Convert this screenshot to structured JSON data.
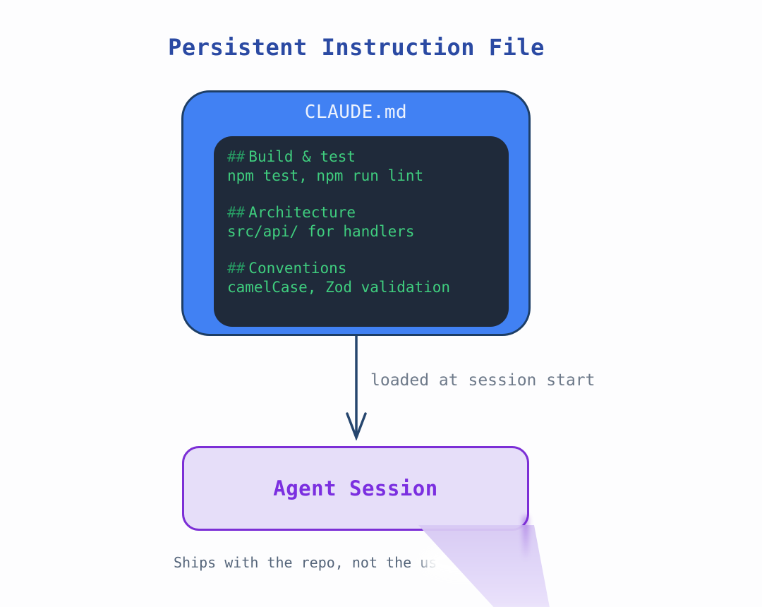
{
  "page": {
    "title": "Persistent Instruction File"
  },
  "claude_box": {
    "title": "CLAUDE.md",
    "code": {
      "sections": [
        {
          "marker": "##",
          "heading": "Build & test",
          "body": "npm test, npm run lint"
        },
        {
          "marker": "##",
          "heading": "Architecture",
          "body": "src/api/ for handlers"
        },
        {
          "marker": "##",
          "heading": "Conventions",
          "body": "camelCase, Zod validation"
        }
      ]
    }
  },
  "arrow": {
    "label": "loaded at session start"
  },
  "agent_box": {
    "label": "Agent Session"
  },
  "footer": {
    "note": "Ships with the repo, not the us"
  },
  "colors": {
    "title_blue": "#2b4aa3",
    "claude_box_fill": "#4181f3",
    "claude_box_border": "#1d3e66",
    "code_panel_bg": "#1f2a3a",
    "code_marker_green": "#279a63",
    "code_text_green": "#3fcd7e",
    "claude_title_text": "#ecf2fd",
    "arrow_navy": "#26466e",
    "arrow_label_gray": "#6e7a8a",
    "agent_box_fill": "#e6def9",
    "agent_box_border": "#7c2fd6",
    "agent_text_purple": "#7b2fe0",
    "footer_gray": "#55657a",
    "page_bg": "#fdfdfe"
  }
}
